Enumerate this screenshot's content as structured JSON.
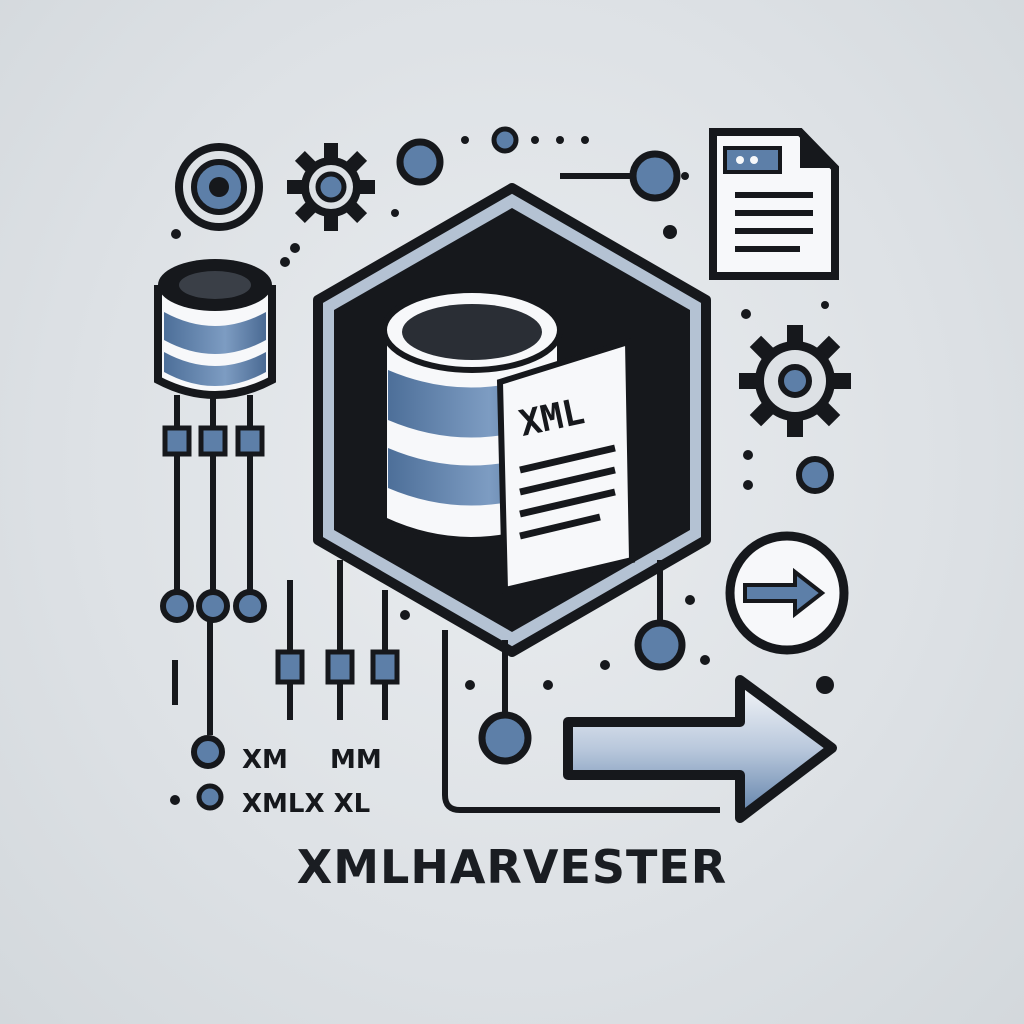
{
  "logo": {
    "title": "XMLHARVESTER",
    "hex_doc_label": "XML",
    "label_line_1a": "XM",
    "label_line_1b": "MM",
    "label_line_2": "XMLX XL"
  },
  "colors": {
    "background": "#dde1e5",
    "ink": "#16181c",
    "accent_blue": "#5d7fa8",
    "light_blue": "#9fb6d4",
    "white": "#f7f8fa"
  },
  "icons": [
    "database-icon",
    "gear-icon",
    "document-icon",
    "arrow-right-icon",
    "node-icon",
    "circuit-icon"
  ]
}
